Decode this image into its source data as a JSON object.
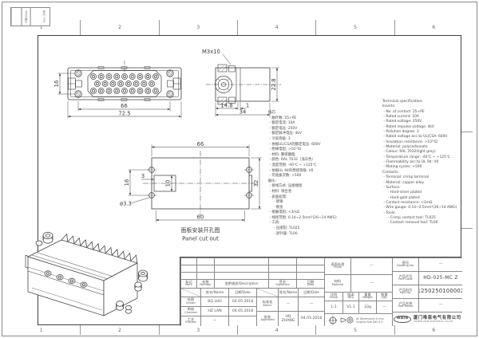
{
  "frame": {
    "zones_top": [
      "1",
      "2",
      "3",
      "4",
      "5",
      "6"
    ],
    "zones_bottom": [
      "1",
      "2",
      "3",
      "4",
      "5",
      "6"
    ],
    "rev_strip": {
      "col1": "日期/Date",
      "col2": "Rev. 记录"
    }
  },
  "views": {
    "front": {
      "contact_rows": [
        9,
        8,
        9
      ],
      "dim_inner": "66",
      "dim_outer": "72.5",
      "dim_height": "16"
    },
    "side": {
      "thread_label": "M3x10",
      "dim_height": "22.8",
      "dim_flange": "14.8",
      "dim_gap": "1",
      "dim_width": "34"
    },
    "cutout": {
      "dim_top": "66",
      "dim_bottom": "60",
      "dim_side": "32",
      "dim_left": "16",
      "dim_offset": "3",
      "dim_notch": "10",
      "dim_hole": "ø3.3",
      "caption_cn": "面板安装开孔图",
      "caption_en": "Panel cut out"
    }
  },
  "specs": {
    "cn": {
      "lines": [
        "插芯：",
        " - 触针数: 25+PE",
        " - 额定电流: 10A",
        " - 额定电压: 250V",
        " - 额定脉冲电压: 4kV",
        " - 污染等级: 3",
        " - 依据UL/CSA的额定电压: 600V",
        " - 绝缘电阻: >10¹⁰Ω",
        " - 材料: 聚碳酸酯",
        " - 颜色: RAL 7032（浅灰色）",
        " - 温度范围: -40℃ ~ +125℃",
        " - 依据UL 94的燃烧等级: V0",
        " - 可插拔次数: >500",
        "触头：",
        " - 接线方式: 压接端接",
        " - 材料: 铜合金",
        " - 表面处理:",
        "     · 镀银",
        "     · 镀金",
        " - 接触电阻: <3mΩ",
        " - 线径范围: 0.14~2.5mm²(26~14 AWG)",
        " - 工具:",
        "     · 压接钳: TL025",
        "     · 退针器: TL00"
      ]
    },
    "en": {
      "lines": [
        "Technical specification:",
        "Inserts:",
        " - No. of contact: 25+PE",
        " - Rated current: 10A",
        " - Rated voltage: 250V",
        " - Rated impulse voltage: 4kV",
        " - Pollution degree: 3",
        " - Rated voltage acc.to UL/CSA: 600V",
        " - Insulation resistance: >10¹⁰Ω",
        " - Material: polycarbonate",
        " - Colour: RAL 7032(light grey)",
        " - Temperature range: -40℃ ~ +125℃",
        " - Flammability acc.to UL 94: V0",
        " - Mating cycles: >500",
        "Contacts:",
        " - Terminal: crimp terminal",
        " - Material: copper alloy",
        " - Surface:",
        "     · Hard-silver plated",
        "     · Hard-gold plated",
        " - Contact resistance: <3mΩ",
        " - Wire gauge: 0.14~2.5mm²(26~14 AWG)",
        " - Tools:",
        "     · Crimp contact tool: TL025",
        "     · Contact removal tool: TL00"
      ]
    }
  },
  "title_block": {
    "rev_table": {
      "mark": "标记",
      "mark_en": "Mark",
      "number": "处数",
      "number_en": "Number",
      "description": "变更描述/Description",
      "signature": "签名",
      "signature_en": "Signature",
      "date": "日期",
      "date_en": "Date",
      "name_hdr": "姓名/Name",
      "date_hdr": "日期/Date"
    },
    "approvals": {
      "drawn": "绘图",
      "drawn_en": "Drawn",
      "drawn_name": "BQ LUO",
      "drawn_date": "04.05.2018",
      "checked": "审核",
      "checked_en": "Checked",
      "checked_name": "HZ LAN",
      "checked_date": "04.05.2018",
      "process": "工艺",
      "process_en": "Process",
      "process_value": "—",
      "stand": "标准化",
      "stand_en": "Stand.",
      "stand_name": "—",
      "stand_date": "—",
      "approved": "批准",
      "approved_en": "Approved",
      "approved_name": "HQ ZHANG",
      "approved_date": "04.05.2018"
    },
    "props": {
      "finish": "表面处理",
      "finish_en": "Finish",
      "finish_value": "—",
      "material": "材料",
      "material_en": "Material",
      "material_value": "—",
      "scale": "比例",
      "scale_en": "Scale",
      "scale_value": "1:1",
      "rev": "版本",
      "rev_en": "REV.",
      "rev_value": "V1.1",
      "weight": "重量",
      "weight_en": "Weight",
      "weight_value": "33g",
      "qty": "数量",
      "qty_en": "Qty.",
      "qty_value": "—",
      "note1": "All Dimensions in mm",
      "note2": "Original Size DIN # 4"
    },
    "product": {
      "drawing_no": "图号",
      "drawing_no_en": "Drawing No.",
      "drawing_no_value": "—",
      "part_code": "产品代号",
      "part_code_en": "Part Code",
      "part_code_value": "HD-025-MC Z",
      "part_no": "产品料号",
      "part_no_en": "Part No.",
      "part_no_value": "1250250100002",
      "part_name": "产品名称",
      "part_name_en": "Part Name",
      "part_name_value": "—"
    },
    "company": {
      "logo": "WAIN",
      "cn": "厦门唯恩电气有限公司",
      "en": "XIAMEN WAIN ELECTRICAL CO.LTD"
    }
  }
}
